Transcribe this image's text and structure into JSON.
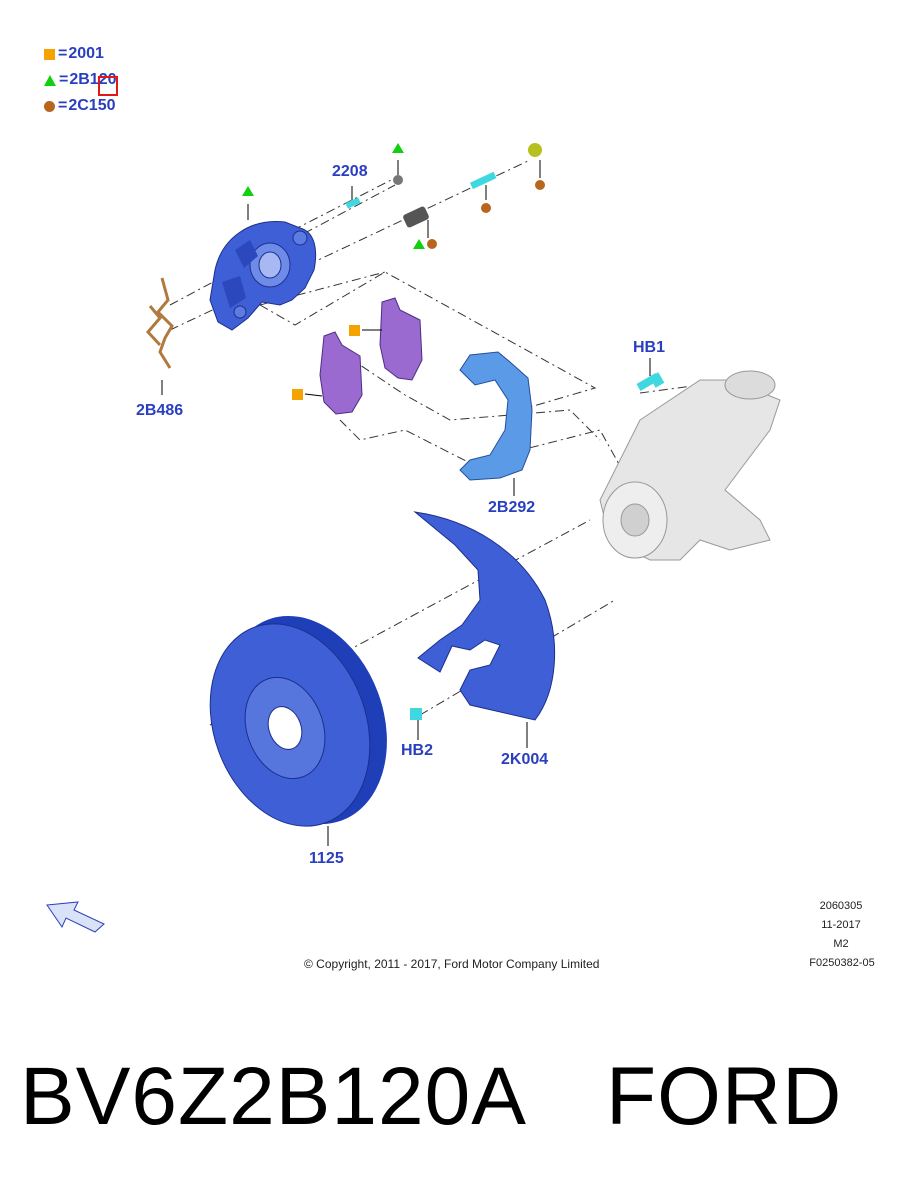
{
  "legend": [
    {
      "symbol": "orange-square-icon",
      "code": "2001",
      "color": "#f5a300"
    },
    {
      "symbol": "green-triangle-icon",
      "code": "2B120",
      "color": "#10d010"
    },
    {
      "symbol": "brown-circle-icon",
      "code": "2C150",
      "color": "#b8661e"
    }
  ],
  "legend_eq": "=",
  "parts": {
    "p2208": "2208",
    "p2B486": "2B486",
    "hb1": "HB1",
    "p2B292": "2B292",
    "hb2": "HB2",
    "p2K004": "2K004",
    "p1125": "1125"
  },
  "meta": {
    "illustration_no": "2060305",
    "date": "11-2017",
    "model": "M2",
    "ref": "F0250382-05"
  },
  "copyright": "© Copyright, 2011 - 2017, Ford Motor Company Limited",
  "footer": {
    "part_number": "BV6Z2B120A",
    "brand": "FORD"
  },
  "colors": {
    "part_blue": "#3f5fd6",
    "pad_purple": "#9b6ad0",
    "bracket_blue": "#5a9ae6",
    "label_blue": "#2a3fbf",
    "hardware_cyan": "#40d8e0",
    "spring_bronze": "#c98a50"
  }
}
